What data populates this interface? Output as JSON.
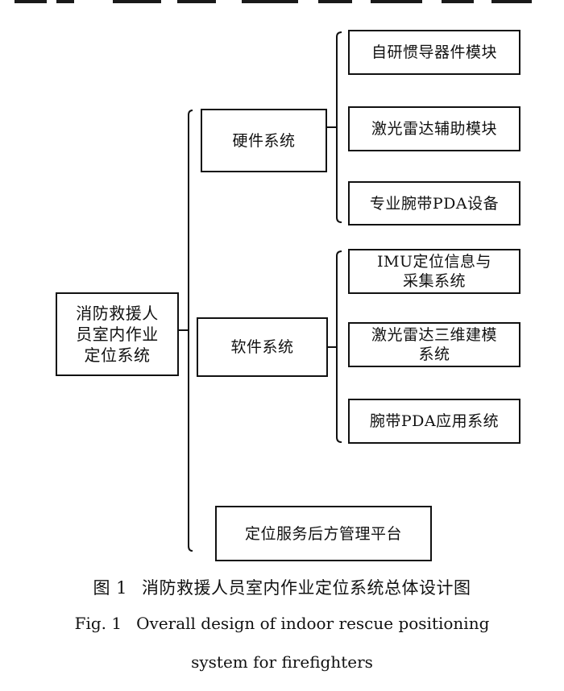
{
  "root": {
    "label": "消防救援人\n员室内作业\n定位系统"
  },
  "branches": {
    "hardware": {
      "label": "硬件系统"
    },
    "software": {
      "label": "软件系统"
    },
    "platform": {
      "label": "定位服务后方管理平台"
    }
  },
  "hardware_items": [
    {
      "label": "自研惯导器件模块"
    },
    {
      "label": "激光雷达辅助模块"
    },
    {
      "label": "专业腕带PDA设备"
    }
  ],
  "software_items": [
    {
      "label": "IMU定位信息与\n采集系统"
    },
    {
      "label": "激光雷达三维建模\n系统"
    },
    {
      "label": "腕带PDA应用系统"
    }
  ],
  "caption": {
    "cn_number": "图 1",
    "cn_title": "消防救援人员室内作业定位系统总体设计图",
    "en_number": "Fig. 1",
    "en_title_line1": "Overall design of indoor rescue positioning",
    "en_title_line2": "system for firefighters"
  }
}
